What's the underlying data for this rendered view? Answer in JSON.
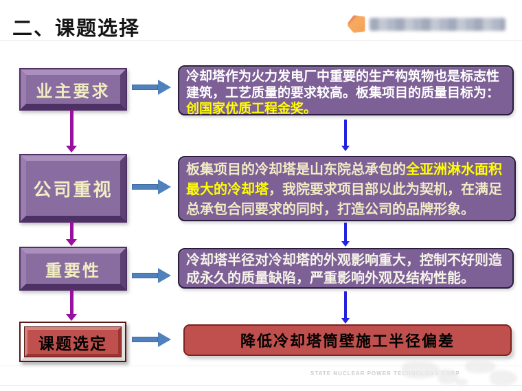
{
  "header": {
    "title": "二、课题选择"
  },
  "flow": {
    "steps": [
      {
        "label": "业主要求",
        "description": [
          {
            "text": "冷却塔作为火力发电厂中重要的生产构筑物也是标志性建筑，工艺质量的要求较高。板集项目的质量目标为：",
            "highlight": false
          },
          {
            "text": "创国家优质工程金奖。",
            "highlight": true
          }
        ]
      },
      {
        "label": "公司重视",
        "description": [
          {
            "text": "板集项目的冷却塔是山东院总承包的",
            "highlight": false
          },
          {
            "text": "全亚洲淋水面积最大的冷却塔",
            "highlight": true
          },
          {
            "text": "，我院要求项目部以此为契机，在满足总承包合同要求的同时，打造公司的品牌形象。",
            "highlight": false
          }
        ]
      },
      {
        "label": "重要性",
        "description": [
          {
            "text": "冷却塔半径对冷却塔的外观影响重大，控制不好则造成永久的质量缺陷，严重影响外观及结构性能。",
            "highlight": false
          }
        ]
      },
      {
        "label": "课题选定",
        "result": "降低冷却塔筒壁施工半径偏差"
      }
    ]
  },
  "footer": {
    "company": "STATE NUCLEAR POWER TECHNOLOGY CORP"
  },
  "colors": {
    "step_box_purple": "#8a6da0",
    "text_block_purple": "#7d6096",
    "result_red": "#c0504d",
    "highlight_yellow": "#ffff00",
    "arrow_blue": "#4f81bd",
    "arrow_magenta": "#97119e",
    "arrow_bright_blue": "#2323dd",
    "step_text_cream": "#f2edc2"
  }
}
